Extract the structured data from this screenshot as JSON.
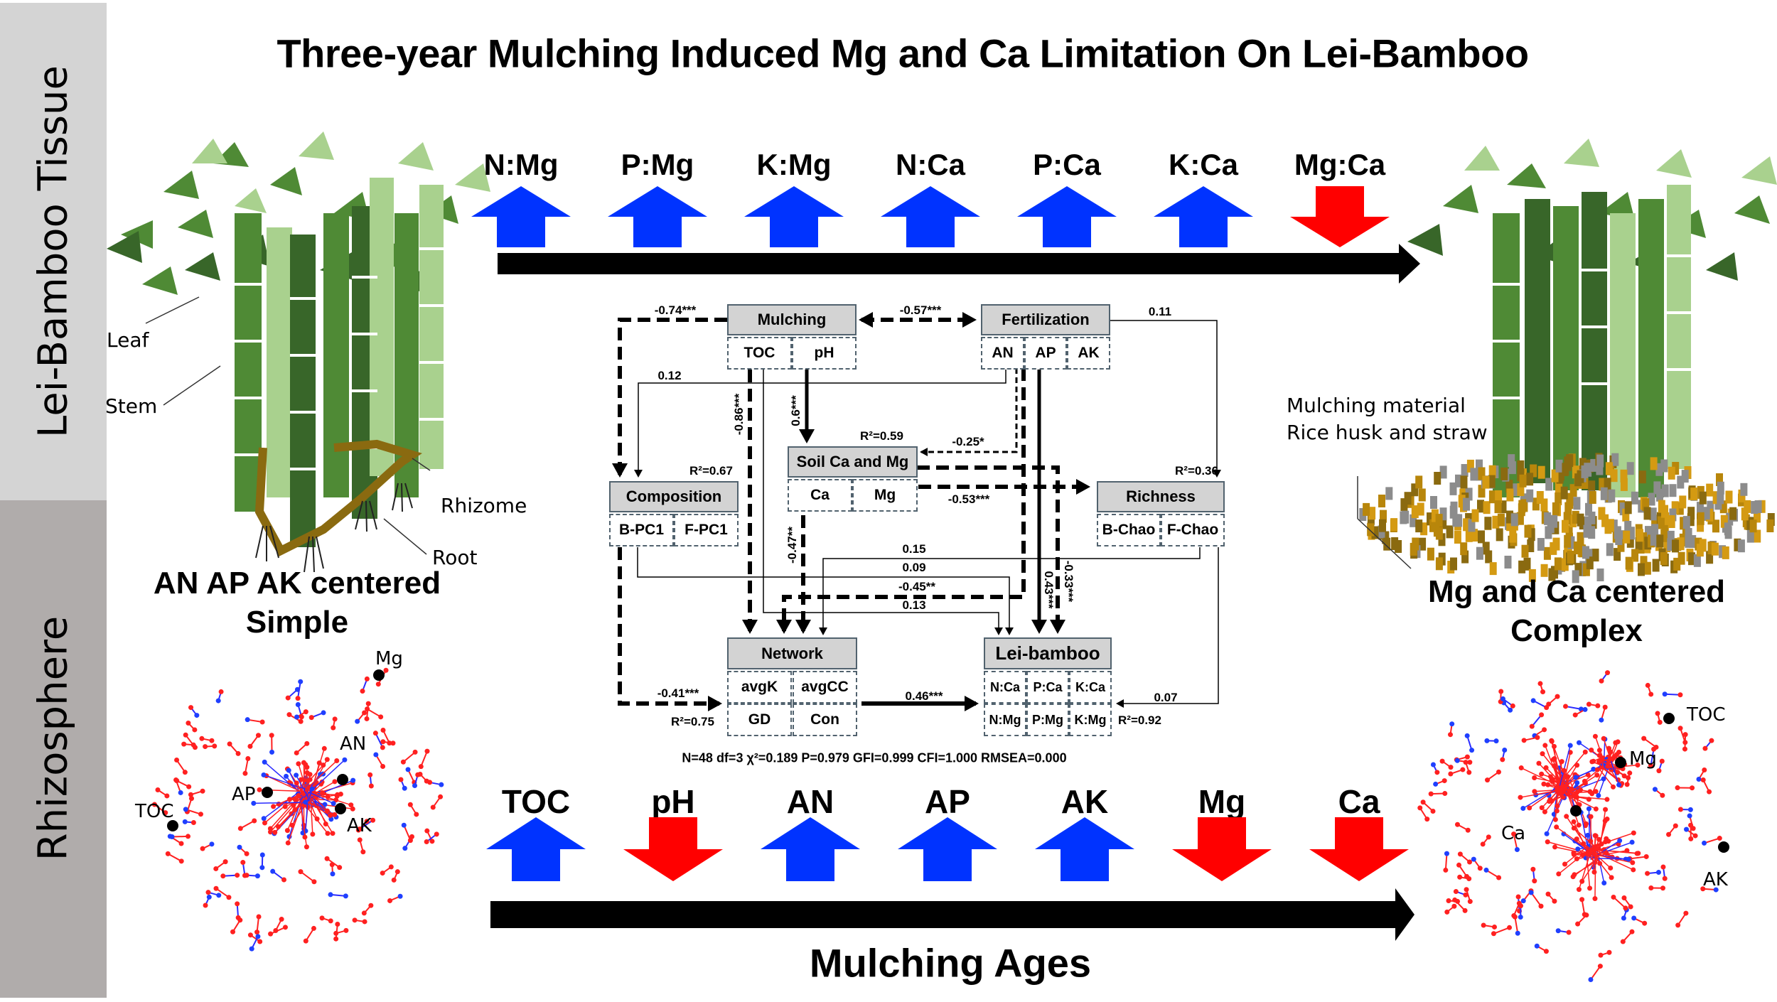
{
  "title": "Three-year Mulching Induced Mg and Ca Limitation On Lei-Bamboo",
  "sidebar": {
    "top_label": "Lei-Bamboo Tissue",
    "bottom_label": "Rhizosphere",
    "top_color": "#d4d4d4",
    "bottom_color": "#b0acab"
  },
  "colors": {
    "increase": "#0033ff",
    "decrease": "#ff0000",
    "bar": "#000000"
  },
  "tissue_ratios": [
    {
      "label": "N:Mg",
      "direction": "up"
    },
    {
      "label": "P:Mg",
      "direction": "up"
    },
    {
      "label": "K:Mg",
      "direction": "up"
    },
    {
      "label": "N:Ca",
      "direction": "up"
    },
    {
      "label": "P:Ca",
      "direction": "up"
    },
    {
      "label": "K:Ca",
      "direction": "up"
    },
    {
      "label": "Mg:Ca",
      "direction": "down"
    }
  ],
  "soil_properties": [
    {
      "label": "TOC",
      "direction": "up"
    },
    {
      "label": "pH",
      "direction": "down"
    },
    {
      "label": "AN",
      "direction": "up"
    },
    {
      "label": "AP",
      "direction": "up"
    },
    {
      "label": "AK",
      "direction": "up"
    },
    {
      "label": "Mg",
      "direction": "down"
    },
    {
      "label": "Ca",
      "direction": "down"
    }
  ],
  "x_axis_label": "Mulching Ages",
  "left_panel": {
    "annotations": {
      "leaf": "Leaf",
      "stem": "Stem",
      "rhizome": "Rhizome",
      "root": "Root"
    },
    "caption_line1": "AN AP AK centered",
    "caption_line2": "Simple",
    "network_nodes": [
      "Mg",
      "AN",
      "AP",
      "TOC",
      "AK"
    ]
  },
  "right_panel": {
    "annotation_line1": "Mulching material",
    "annotation_line2": "Rice husk and straw",
    "caption_line1": "Mg and Ca centered",
    "caption_line2": "Complex",
    "network_nodes": [
      "TOC",
      "Mg",
      "Ca",
      "AK"
    ]
  },
  "sem": {
    "boxes": {
      "mulching": {
        "label": "Mulching",
        "indicators": [
          "TOC",
          "pH"
        ]
      },
      "fertilization": {
        "label": "Fertilization",
        "indicators": [
          "AN",
          "AP",
          "AK"
        ]
      },
      "soil": {
        "label": "Soil Ca and Mg",
        "indicators": [
          "Ca",
          "Mg"
        ],
        "r2": "R²=0.59"
      },
      "composition": {
        "label": "Composition",
        "indicators": [
          "B-PC1",
          "F-PC1"
        ],
        "r2": "R²=0.67"
      },
      "richness": {
        "label": "Richness",
        "indicators": [
          "B-Chao",
          "F-Chao"
        ],
        "r2": "R²=0.36"
      },
      "network": {
        "label": "Network",
        "indicators": [
          "avgK",
          "avgCC",
          "GD",
          "Con"
        ],
        "r2": "R²=0.75"
      },
      "leibamboo": {
        "label": "Lei-bamboo",
        "indicators": [
          "N:Ca",
          "P:Ca",
          "K:Ca",
          "N:Mg",
          "P:Mg",
          "K:Mg"
        ],
        "r2": "R²=0.92"
      }
    },
    "paths": [
      {
        "from": "Mulching",
        "to": "Composition",
        "coef": "-0.74***",
        "sign": "negative"
      },
      {
        "from": "Mulching",
        "to": "Fertilization",
        "coef": "-0.57***",
        "sign": "negative"
      },
      {
        "from": "Fertilization",
        "to": "Richness",
        "coef": "0.11",
        "sign": "positive"
      },
      {
        "from": "Fertilization",
        "to": "Composition",
        "coef": "0.12",
        "sign": "positive"
      },
      {
        "from": "Mulching",
        "to": "Network",
        "coef": "-0.86***",
        "sign": "negative"
      },
      {
        "from": "Mulching",
        "to": "Soil Ca and Mg",
        "coef": "0.6***",
        "sign": "positive"
      },
      {
        "from": "Fertilization",
        "to": "Soil Ca and Mg",
        "coef": "-0.25*",
        "sign": "negative"
      },
      {
        "from": "Soil Ca and Mg",
        "to": "Richness",
        "coef": "-0.53***",
        "sign": "negative"
      },
      {
        "from": "Soil Ca and Mg",
        "to": "Network",
        "coef": "-0.47**",
        "sign": "negative"
      },
      {
        "from": "Richness",
        "to": "Network",
        "coef": "0.15",
        "sign": "positive"
      },
      {
        "from": "Composition",
        "to": "Lei-bamboo",
        "coef": "0.09",
        "sign": "positive"
      },
      {
        "from": "Fertilization",
        "to": "Network",
        "coef": "-0.45**",
        "sign": "negative"
      },
      {
        "from": "Mulching",
        "to": "Lei-bamboo",
        "coef": "0.13",
        "sign": "positive"
      },
      {
        "from": "Fertilization",
        "to": "Lei-bamboo",
        "coef": "0.43***",
        "sign": "positive"
      },
      {
        "from": "Soil Ca and Mg",
        "to": "Lei-bamboo",
        "coef": "-0.33***",
        "sign": "negative"
      },
      {
        "from": "Composition",
        "to": "Network",
        "coef": "-0.41***",
        "sign": "negative"
      },
      {
        "from": "Network",
        "to": "Lei-bamboo",
        "coef": "0.46***",
        "sign": "positive"
      },
      {
        "from": "Richness",
        "to": "Lei-bamboo",
        "coef": "0.07",
        "sign": "positive"
      }
    ],
    "fit_stats": "N=48 df=3 χ²=0.189 P=0.979 GFI=0.999 CFI=1.000 RMSEA=0.000"
  }
}
